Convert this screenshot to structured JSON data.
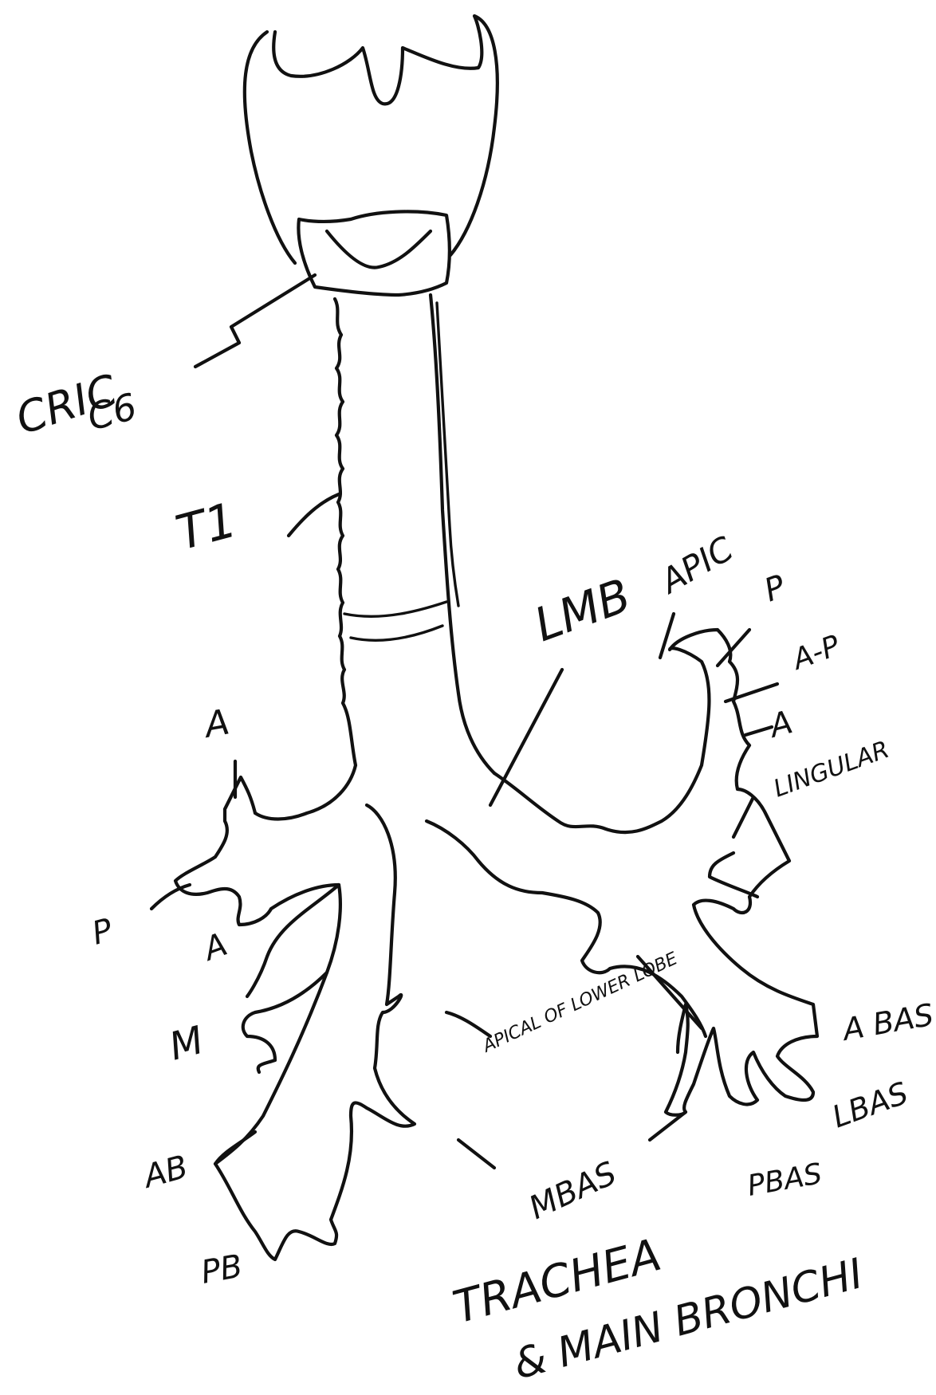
{
  "diagram": {
    "title_line1": "TRACHEA",
    "title_line2": "& MAIN BRONCHI",
    "labels": {
      "cricoid": "CRIC",
      "c6": "C6",
      "t1": "T1",
      "lmb": "LMB",
      "apic": "APIC",
      "post_left": "P",
      "ant_post": "A-P",
      "ant_left": "A",
      "lingula": "LINGULAR",
      "apical_right": "A",
      "post_right": "P",
      "ant_right": "A",
      "middle": "M",
      "ant_basal_right": "AB",
      "post_basal_right": "PB",
      "apical_lower_lobe": "APICAL OF LOWER LOBE",
      "medial_basal": "MBAS",
      "ant_basal_left": "A BAS",
      "lateral_basal": "LBAS",
      "post_basal_left": "PBAS"
    }
  }
}
